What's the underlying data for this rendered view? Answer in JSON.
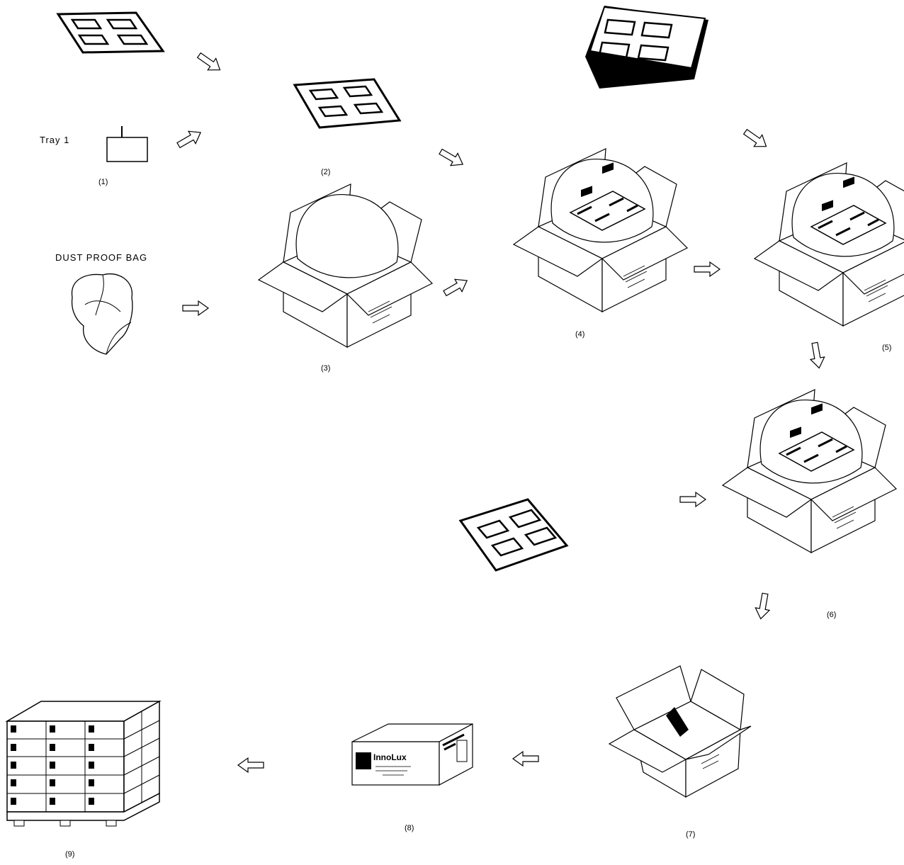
{
  "labels": {
    "tray_label": "Tray 1",
    "bag_label": "DUST PROOF BAG",
    "box_brand": "InnoLux"
  },
  "steps": [
    "(1)",
    "(2)",
    "(3)",
    "(4)",
    "(5)",
    "(6)",
    "(7)",
    "(8)",
    "(9)"
  ],
  "colors": {
    "line": "#000000",
    "background": "#ffffff"
  }
}
